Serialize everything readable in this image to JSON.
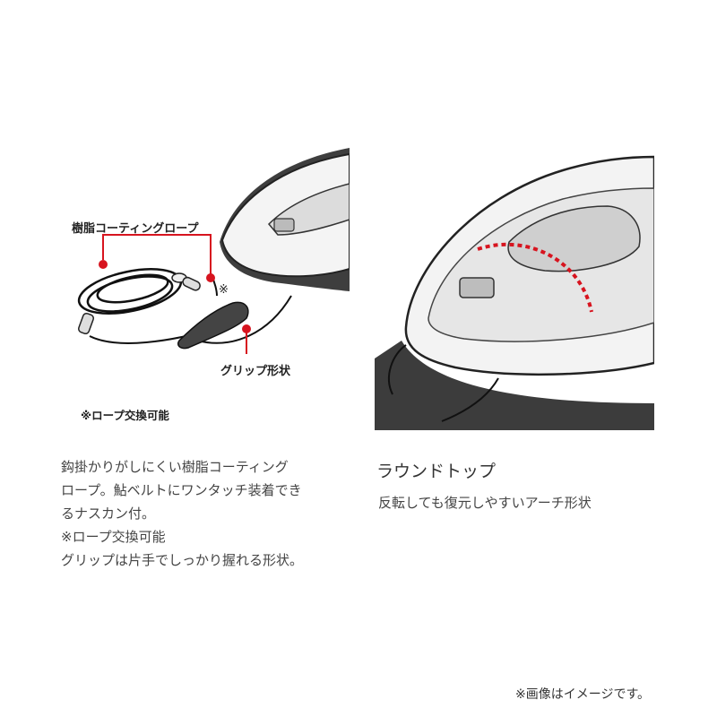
{
  "left": {
    "callouts": {
      "rope": "樹脂コーティングロープ",
      "mark": "※",
      "grip": "グリップ形状",
      "note": "※ロープ交換可能"
    },
    "description": [
      "鈎掛かりがしにくい樹脂コーティング",
      "ロープ。鮎ベルトにワンタッチ装着でき",
      "るナスカン付。",
      "※ロープ交換可能",
      "グリップは片手でしっかり握れる形状。"
    ]
  },
  "right": {
    "title": "ラウンドトップ",
    "description": "反転しても復元しやすいアーチ形状"
  },
  "footnote": "※画像はイメージです。",
  "colors": {
    "accent": "#d7141f",
    "text": "#444444",
    "body_dark": "#3d3d3d",
    "shell_light": "#f2f2f2"
  }
}
